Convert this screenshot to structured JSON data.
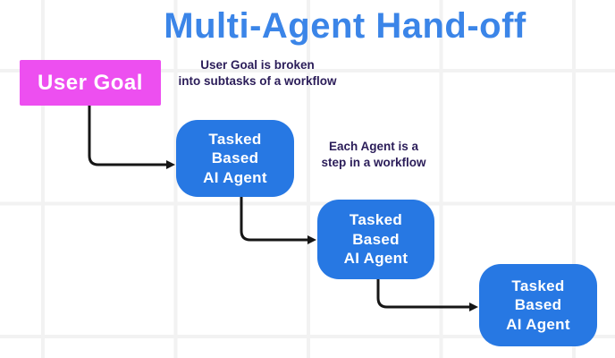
{
  "title": "Multi-Agent Hand-off",
  "nodes": {
    "user_goal": {
      "label": "User Goal"
    },
    "agents": [
      {
        "lines": [
          "Tasked",
          "Based",
          "AI Agent"
        ]
      },
      {
        "lines": [
          "Tasked",
          "Based",
          "AI Agent"
        ]
      },
      {
        "lines": [
          "Tasked",
          "Based",
          "AI Agent"
        ]
      }
    ]
  },
  "annotations": {
    "first": {
      "line1": "User Goal is broken",
      "line2": "into subtasks of a workflow"
    },
    "second": {
      "line1": "Each Agent  is a",
      "line2": "step in a workflow"
    }
  },
  "colors": {
    "title_text": "#3b85e8",
    "agent_box": "#2778e3",
    "agent_text": "#ffffff",
    "user_goal_box": "#ed4ff0",
    "user_goal_text": "#ffffff",
    "annotation_text": "#2b1d59",
    "arrow": "#161616",
    "grid_line": "#f2f2f2",
    "background": "#ffffff"
  }
}
